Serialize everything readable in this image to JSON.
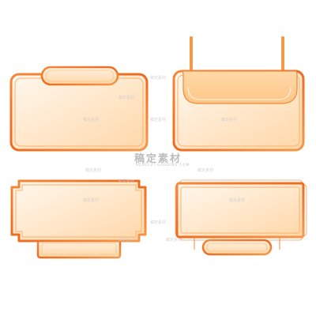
{
  "watermark": {
    "brand": "稿定素材",
    "domain": "SOSUCAI.GAODING.COM",
    "small": "稿定素材"
  },
  "colors": {
    "border_outer": "#f0772b",
    "border_inner": "#f9b06a",
    "fill_light": "#fff4e6",
    "fill_mid": "#ffe2bf",
    "fill_deep": "#ffd2a0",
    "hanger": "#f29a4a"
  }
}
